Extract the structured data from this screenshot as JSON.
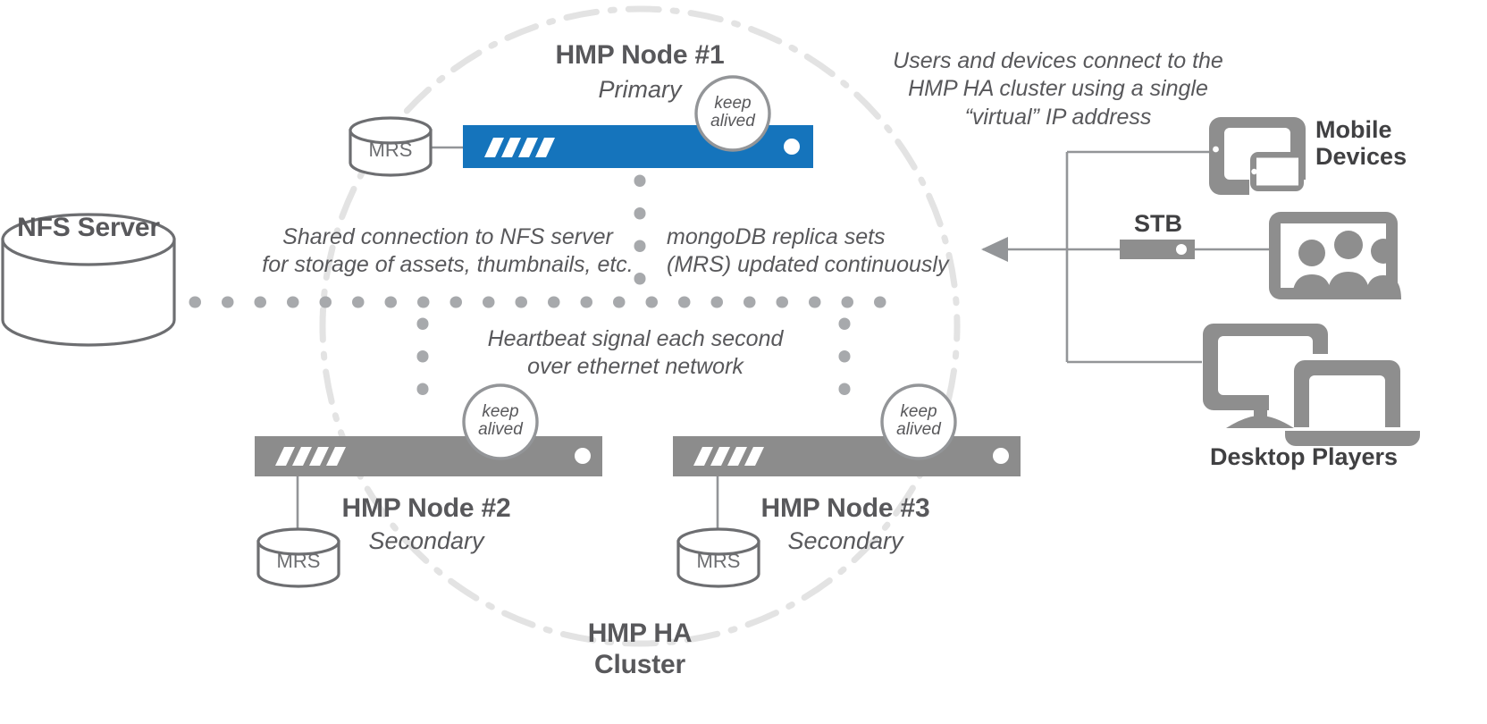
{
  "diagram": {
    "title": "HMP HA Cluster architecture",
    "colors": {
      "primary_blue": "#1574BC",
      "node_gray": "#8C8C8C",
      "device_gray": "#8E8E8E",
      "text_gray": "#58585b",
      "outline_gray": "#6d6e71",
      "dot_gray": "#a7a9ac",
      "arc_gray": "#e2e2e2",
      "line_gray": "#939598",
      "background": "#ffffff"
    },
    "nodes": [
      {
        "id": "node1",
        "title": "HMP Node #1",
        "role": "Primary",
        "state": "active",
        "color": "#1574BC",
        "badge": "keep\nalived",
        "badge_line1": "keep",
        "badge_line2": "alived",
        "database": "MRS"
      },
      {
        "id": "node2",
        "title": "HMP Node #2",
        "role": "Secondary",
        "state": "standby",
        "color": "#8C8C8C",
        "badge_line1": "keep",
        "badge_line2": "alived",
        "database": "MRS"
      },
      {
        "id": "node3",
        "title": "HMP Node #3",
        "role": "Secondary",
        "state": "standby",
        "color": "#8C8C8C",
        "badge_line1": "keep",
        "badge_line2": "alived",
        "database": "MRS"
      }
    ],
    "storage": {
      "label": "NFS Server"
    },
    "cluster": {
      "label_line1": "HMP HA",
      "label_line2": "Cluster"
    },
    "annotations": {
      "nfs_note_line1": "Shared connection to NFS server",
      "nfs_note_line2": "for storage of assets, thumbnails, etc.",
      "mongo_note_line1": "mongoDB replica sets",
      "mongo_note_line2": "(MRS)  updated continuously",
      "heartbeat_note_line1": "Heartbeat signal each second",
      "heartbeat_note_line2": "over ethernet network",
      "clients_note_line1": "Users and devices connect to the",
      "clients_note_line2": "HMP HA cluster using a single",
      "clients_note_line3": "“virtual” IP address"
    },
    "clients": [
      {
        "id": "mobile",
        "label_line1": "Mobile",
        "label_line2": "Devices",
        "icon": "tablet-phone-icon"
      },
      {
        "id": "stb",
        "label_line1": "STB",
        "label_line2": "",
        "icon": "set-top-box-icon"
      },
      {
        "id": "desktop",
        "label_line1": "Desktop Players",
        "label_line2": "",
        "icon": "monitor-laptop-icon"
      }
    ]
  }
}
